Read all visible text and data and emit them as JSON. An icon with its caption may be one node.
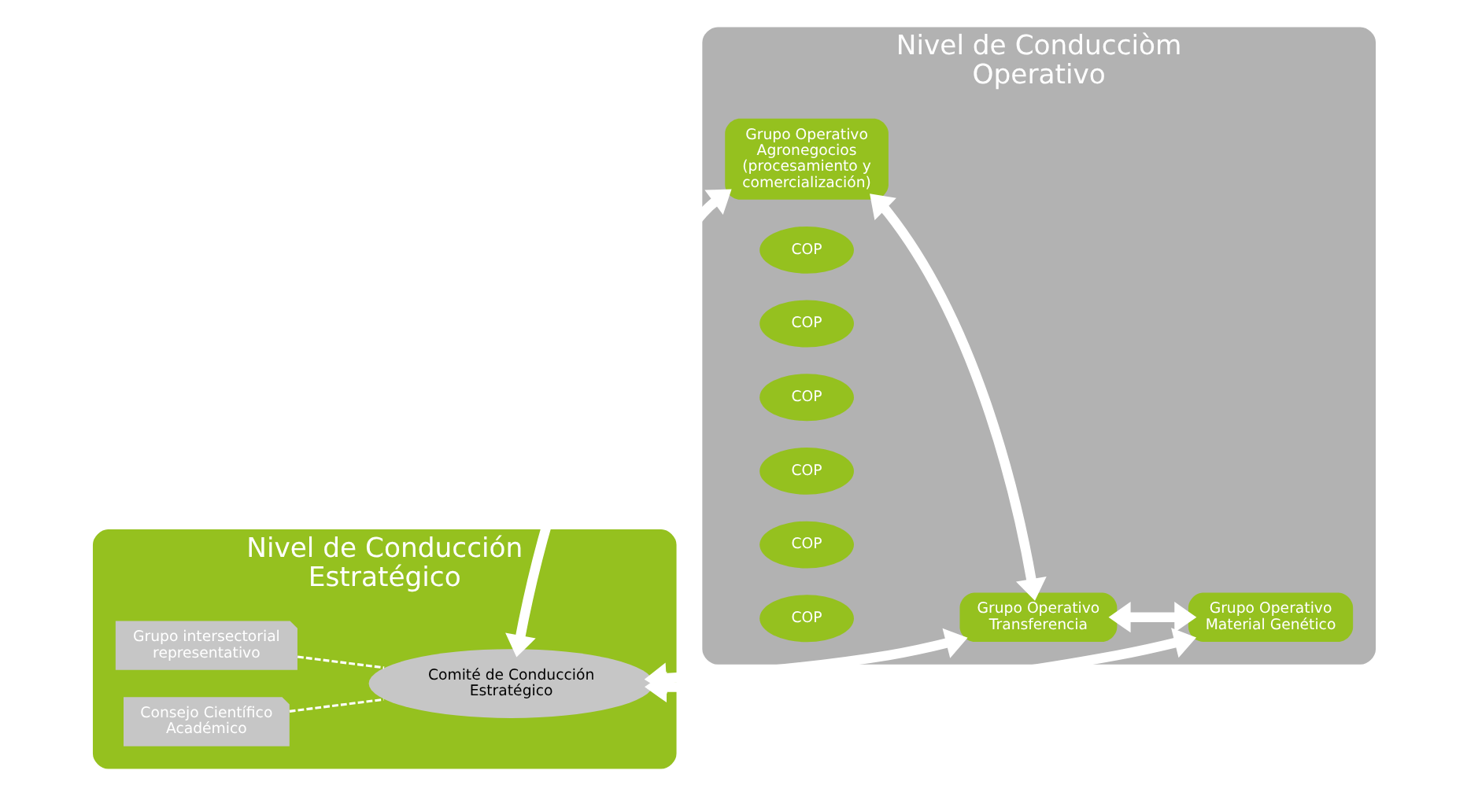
{
  "diagram": {
    "nodes": [
      {
        "text": [
          "Nivel de Conducción Estratégico"
        ]
      },
      {
        "text": [
          "Grupo intersectorial representativo"
        ],
        "in": 0
      },
      {
        "text": [
          "Consejo Científico Académico"
        ],
        "in": 0
      },
      {
        "text": [
          "Comité de Conducción Estratégico"
        ],
        "in": 0
      },
      {
        "text": [
          "Nivel de Conducciòm Operativo"
        ]
      },
      {
        "text": [
          "Grupo Operativo Agronegocios (procesamiento y comercialización)"
        ],
        "in": 4
      },
      {
        "text": [
          "COP"
        ],
        "in": 4
      },
      {
        "text": [
          "COP"
        ],
        "in": 4
      },
      {
        "text": [
          "Grupo Operativo Transferencia"
        ],
        "in": 4
      },
      {
        "text": [
          "COP"
        ],
        "in": 4
      },
      {
        "text": [
          "COP"
        ],
        "in": 4
      },
      {
        "text": [
          "Grupo Operativo Material Genético"
        ],
        "in": 4
      },
      {
        "text": [
          "COP"
        ],
        "in": 4
      },
      {
        "text": [
          "COP"
        ],
        "in": 4
      }
    ],
    "edges": [
      {
        "from": 1,
        "to": 3,
        "arrow": "none",
        "style": "dashed"
      },
      {
        "from": 2,
        "to": 3,
        "arrow": "none",
        "style": "dashed"
      },
      {
        "from": 3,
        "to": 5,
        "arrow": "both"
      },
      {
        "from": 3,
        "to": 8,
        "arrow": "both"
      },
      {
        "from": 3,
        "to": 11,
        "arrow": "both"
      },
      {
        "from": 5,
        "to": 8,
        "arrow": "both"
      },
      {
        "from": 8,
        "to": 11,
        "arrow": "both"
      }
    ]
  }
}
